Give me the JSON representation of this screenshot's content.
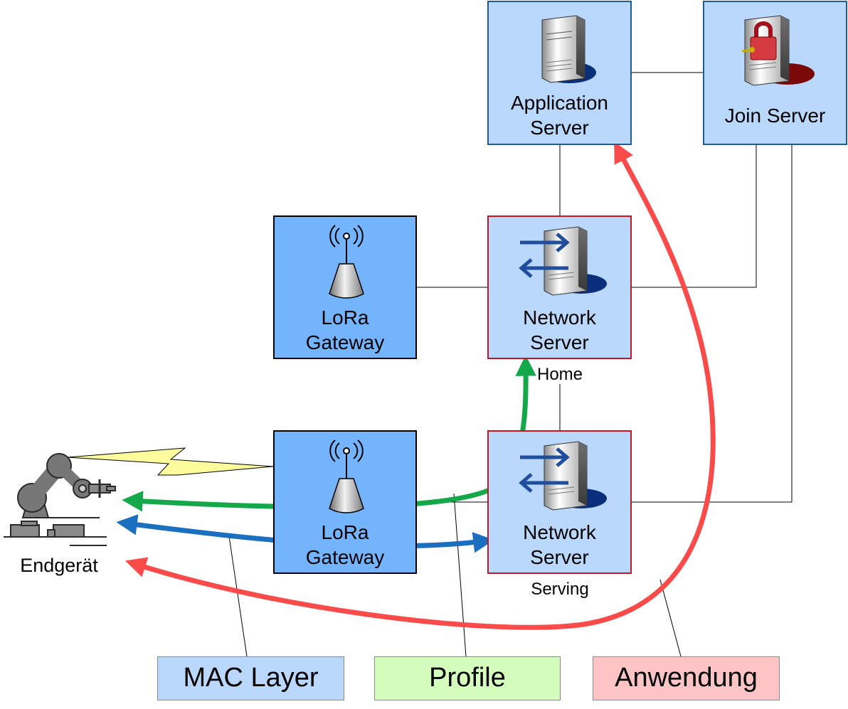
{
  "nodes": {
    "application_server": {
      "label": "Application\nServer"
    },
    "join_server": {
      "label": "Join Server"
    },
    "gateway_top": {
      "label": "LoRa\nGateway"
    },
    "network_server_home": {
      "label": "Network\nServer",
      "role": "Home"
    },
    "gateway_bottom": {
      "label": "LoRa\nGateway"
    },
    "network_server_serving": {
      "label": "Network\nServer",
      "role": "Serving"
    },
    "end_device": {
      "label": "Endgerät"
    }
  },
  "legend": [
    {
      "label": "MAC Layer",
      "color": "#b9d8fc",
      "arrow_color": "#1a6fbf"
    },
    {
      "label": "Profile",
      "color": "#d4fcbc",
      "arrow_color": "#15a84a"
    },
    {
      "label": "Anwendung",
      "color": "#fcc4c4",
      "arrow_color": "#fa4b4b"
    }
  ],
  "icons": {
    "application_server": "server-icon",
    "join_server": "locked-server-icon",
    "gateway": "antenna-icon",
    "network_server": "network-server-icon",
    "end_device": "robot-arm-icon",
    "radio_link": "lightning-bolt-icon"
  }
}
